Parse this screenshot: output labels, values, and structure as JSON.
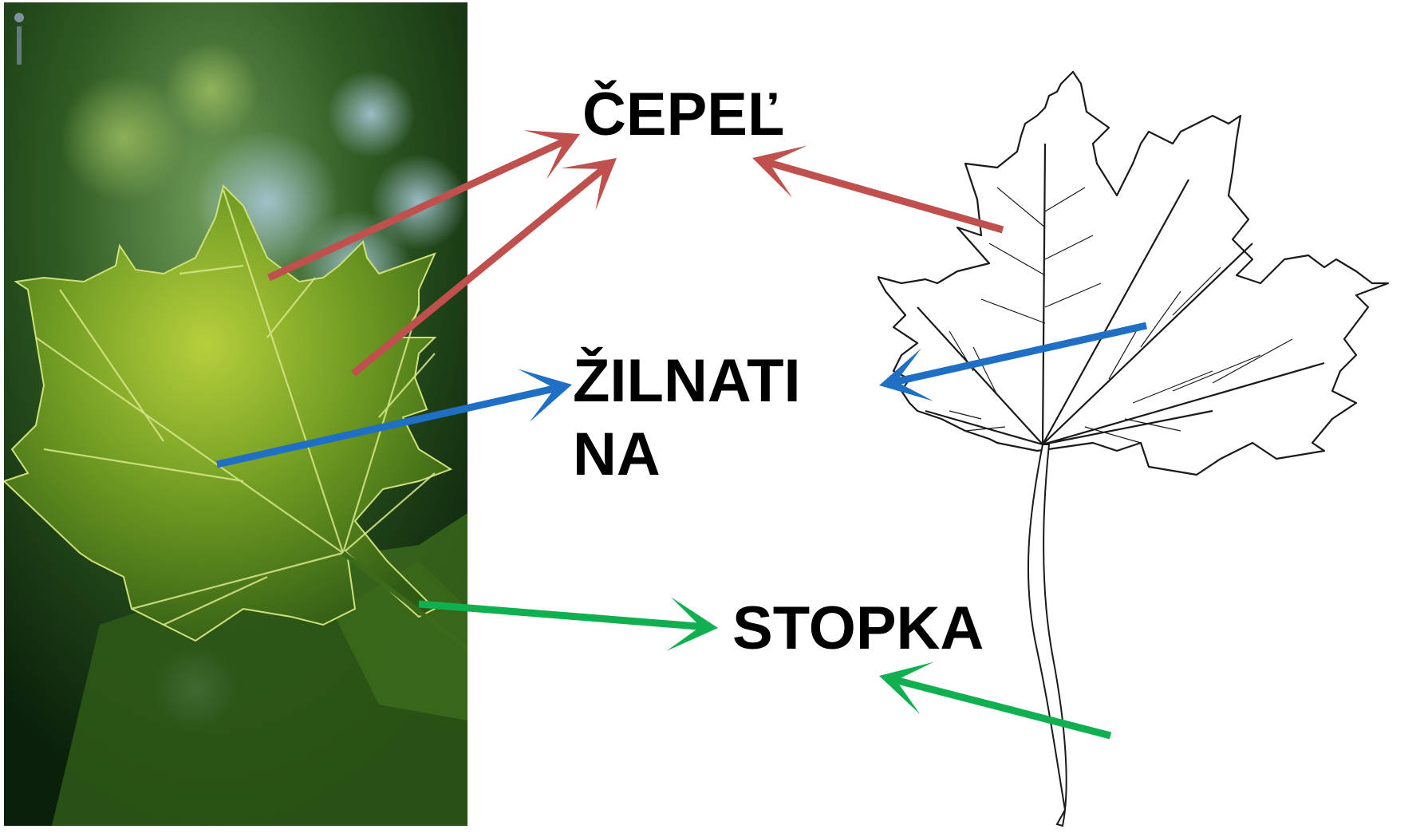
{
  "labels": {
    "blade": "ČEPEĽ",
    "veins": "ŽILNATINA",
    "petiole": "STOPKA"
  },
  "colors": {
    "blade_arrow": "#c0504d",
    "veins_arrow": "#1f6fc5",
    "petiole_arrow": "#10b050",
    "label_text": "#000000"
  },
  "images": {
    "left": "maple-leaf-photo",
    "right": "maple-leaf-line-drawing"
  }
}
